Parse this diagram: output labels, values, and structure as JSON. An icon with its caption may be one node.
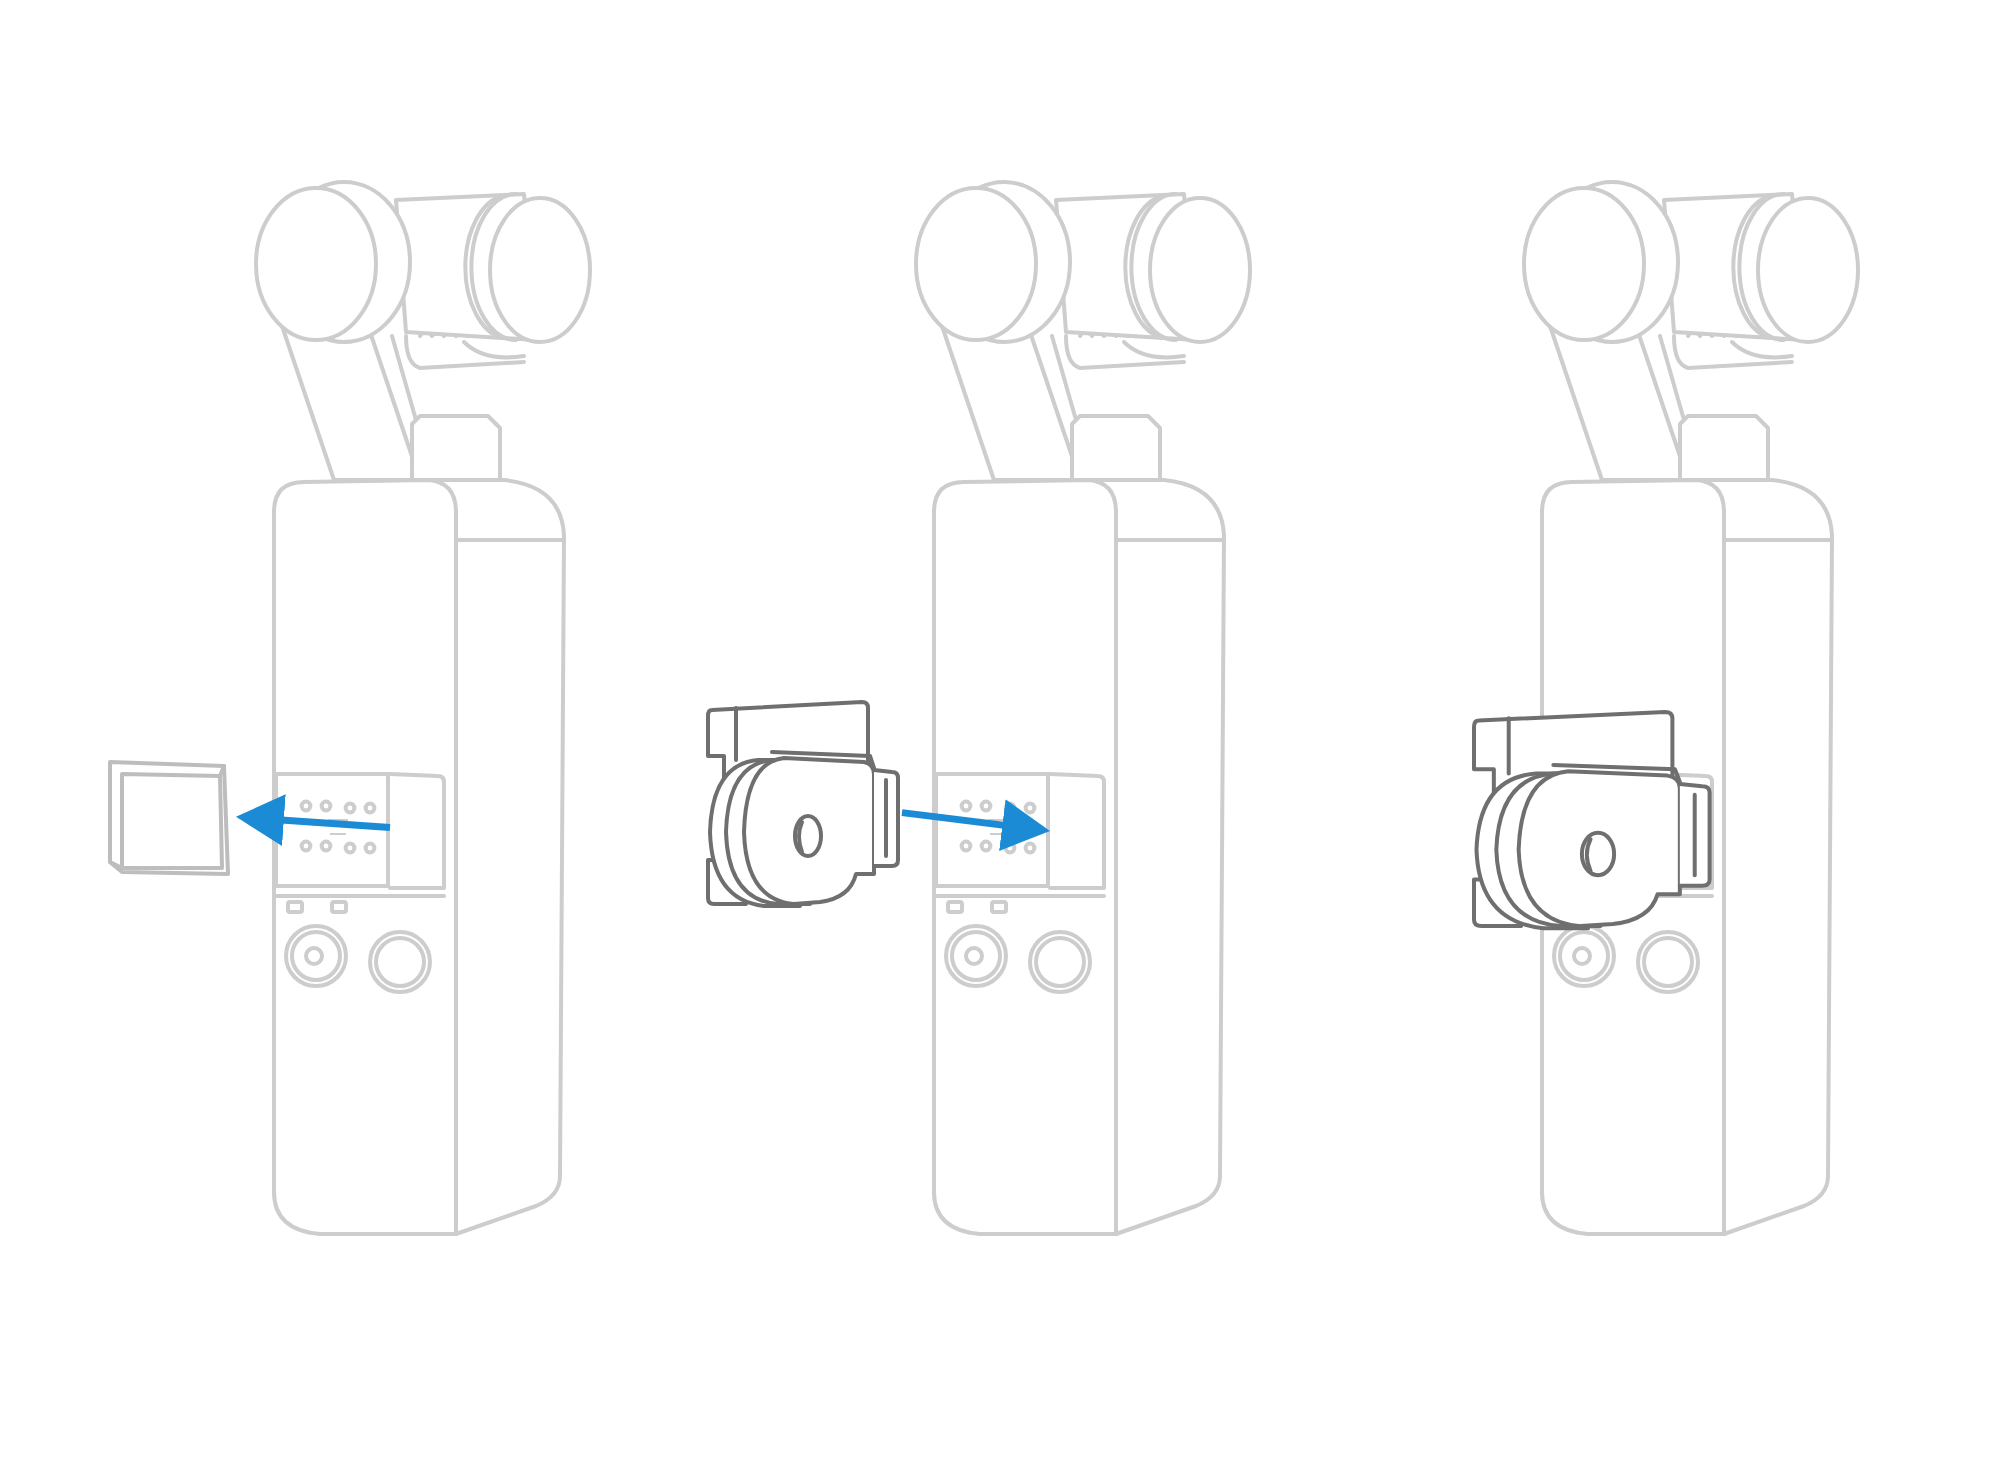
{
  "diagram": {
    "nodes": [
      {
        "text": [],
        "shape": "picture"
      },
      {
        "text": [],
        "shape": "picture"
      },
      {
        "text": [],
        "shape": "box",
        "in": 1
      },
      {
        "text": [],
        "shape": "picture"
      },
      {
        "text": [],
        "shape": "picture"
      },
      {
        "text": [],
        "shape": "box",
        "in": 4
      },
      {
        "text": [],
        "shape": "picture"
      }
    ],
    "edges": [
      {
        "from": 2,
        "to": 0,
        "arrow": "to"
      },
      {
        "from": 3,
        "to": 5,
        "arrow": "to"
      }
    ]
  }
}
